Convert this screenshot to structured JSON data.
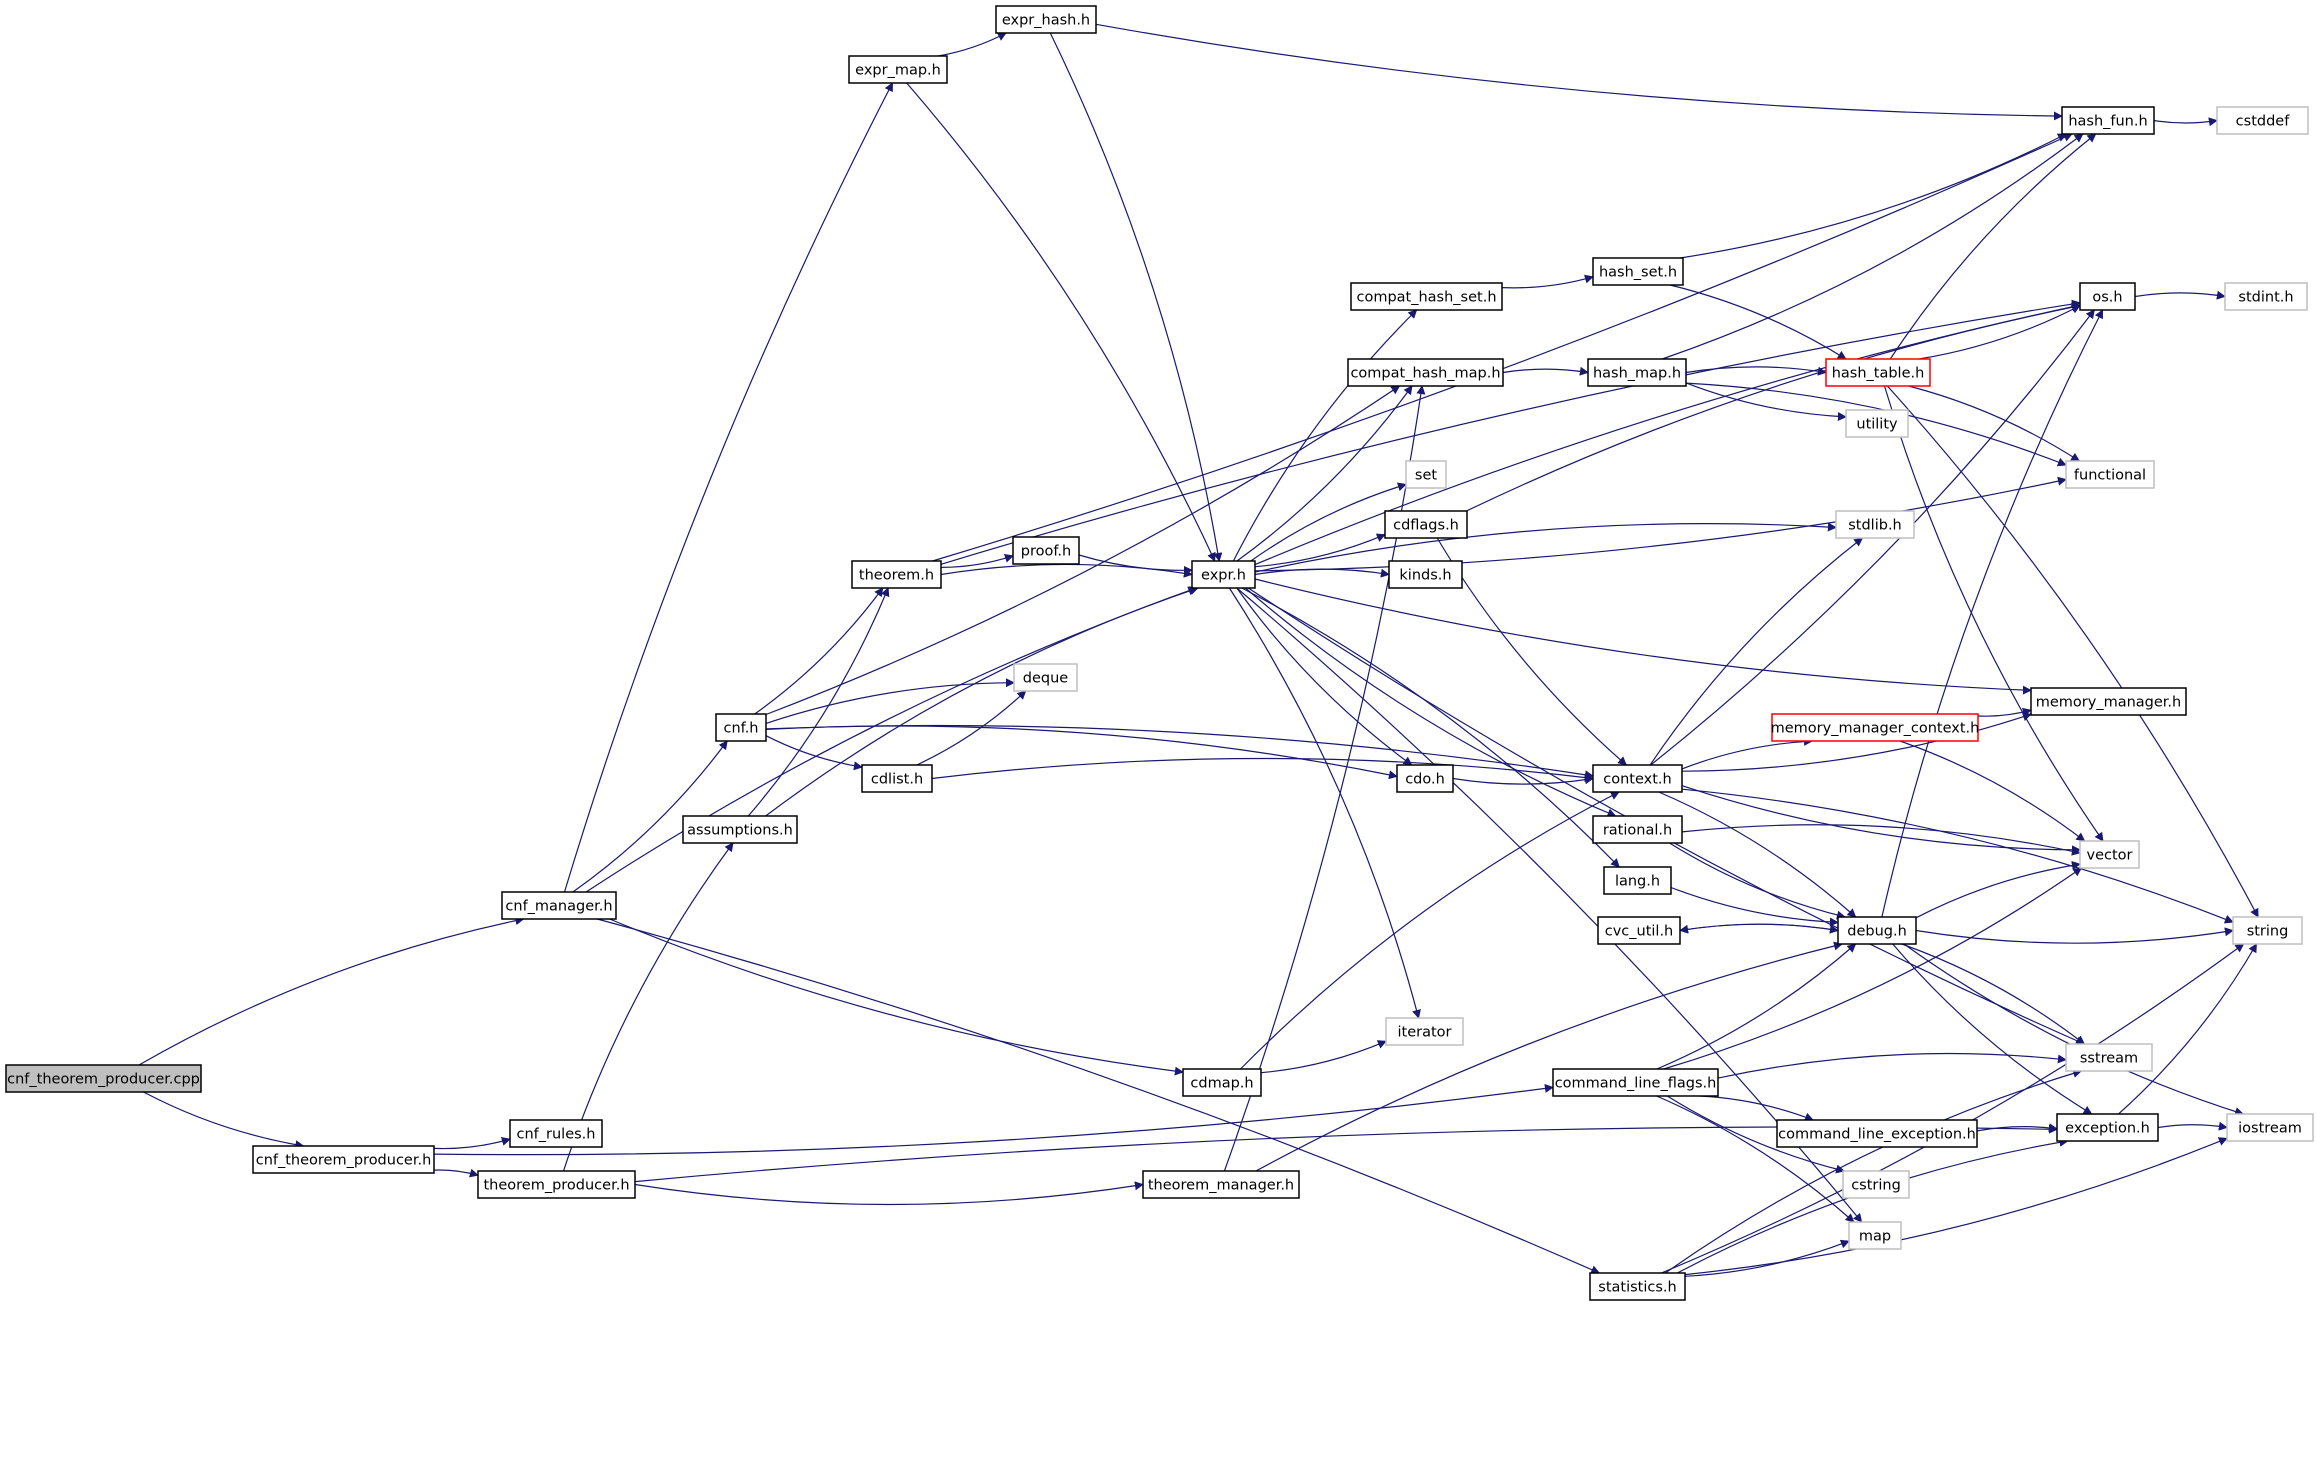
{
  "graph": {
    "title": "cnf_theorem_producer.cpp include dependency graph",
    "colors": {
      "edge": "#191970",
      "root_fill": "#bfbfbf",
      "missing_border": "#ff0000",
      "system_border": "#bfbfbf"
    },
    "nodes": [
      {
        "id": "cnf_theorem_producer_cpp",
        "label": "cnf_theorem_producer.cpp",
        "kind": "root"
      },
      {
        "id": "cnf_manager_h",
        "label": "cnf_manager.h",
        "kind": "solid"
      },
      {
        "id": "cnf_theorem_producer_h",
        "label": "cnf_theorem_producer.h",
        "kind": "solid"
      },
      {
        "id": "cnf_rules_h",
        "label": "cnf_rules.h",
        "kind": "solid"
      },
      {
        "id": "theorem_producer_h",
        "label": "theorem_producer.h",
        "kind": "solid"
      },
      {
        "id": "expr_map_h",
        "label": "expr_map.h",
        "kind": "solid"
      },
      {
        "id": "expr_hash_h",
        "label": "expr_hash.h",
        "kind": "solid"
      },
      {
        "id": "cnf_h",
        "label": "cnf.h",
        "kind": "solid"
      },
      {
        "id": "assumptions_h",
        "label": "assumptions.h",
        "kind": "solid"
      },
      {
        "id": "theorem_h",
        "label": "theorem.h",
        "kind": "solid"
      },
      {
        "id": "cdlist_h",
        "label": "cdlist.h",
        "kind": "solid"
      },
      {
        "id": "proof_h",
        "label": "proof.h",
        "kind": "solid"
      },
      {
        "id": "expr_h",
        "label": "expr.h",
        "kind": "solid"
      },
      {
        "id": "deque",
        "label": "deque",
        "kind": "system"
      },
      {
        "id": "cdmap_h",
        "label": "cdmap.h",
        "kind": "solid"
      },
      {
        "id": "theorem_manager_h",
        "label": "theorem_manager.h",
        "kind": "solid"
      },
      {
        "id": "compat_hash_set_h",
        "label": "compat_hash_set.h",
        "kind": "solid"
      },
      {
        "id": "compat_hash_map_h",
        "label": "compat_hash_map.h",
        "kind": "solid"
      },
      {
        "id": "set",
        "label": "set",
        "kind": "system"
      },
      {
        "id": "cdflags_h",
        "label": "cdflags.h",
        "kind": "solid"
      },
      {
        "id": "kinds_h",
        "label": "kinds.h",
        "kind": "solid"
      },
      {
        "id": "cdo_h",
        "label": "cdo.h",
        "kind": "solid"
      },
      {
        "id": "iterator",
        "label": "iterator",
        "kind": "system"
      },
      {
        "id": "hash_set_h",
        "label": "hash_set.h",
        "kind": "solid"
      },
      {
        "id": "hash_map_h",
        "label": "hash_map.h",
        "kind": "solid"
      },
      {
        "id": "context_h",
        "label": "context.h",
        "kind": "solid"
      },
      {
        "id": "rational_h",
        "label": "rational.h",
        "kind": "solid"
      },
      {
        "id": "lang_h",
        "label": "lang.h",
        "kind": "solid"
      },
      {
        "id": "cvc_util_h",
        "label": "cvc_util.h",
        "kind": "solid"
      },
      {
        "id": "command_line_flags_h",
        "label": "command_line_flags.h",
        "kind": "solid"
      },
      {
        "id": "statistics_h",
        "label": "statistics.h",
        "kind": "solid"
      },
      {
        "id": "hash_table_h",
        "label": "hash_table.h",
        "kind": "missing"
      },
      {
        "id": "utility",
        "label": "utility",
        "kind": "system"
      },
      {
        "id": "stdlib_h",
        "label": "stdlib.h",
        "kind": "system"
      },
      {
        "id": "memory_manager_context_h",
        "label": "memory_manager_context.h",
        "kind": "missing"
      },
      {
        "id": "debug_h",
        "label": "debug.h",
        "kind": "solid"
      },
      {
        "id": "command_line_exception_h",
        "label": "command_line_exception.h",
        "kind": "solid"
      },
      {
        "id": "cstring",
        "label": "cstring",
        "kind": "system"
      },
      {
        "id": "map",
        "label": "map",
        "kind": "system"
      },
      {
        "id": "hash_fun_h",
        "label": "hash_fun.h",
        "kind": "solid"
      },
      {
        "id": "os_h",
        "label": "os.h",
        "kind": "solid"
      },
      {
        "id": "functional",
        "label": "functional",
        "kind": "system"
      },
      {
        "id": "memory_manager_h",
        "label": "memory_manager.h",
        "kind": "solid"
      },
      {
        "id": "vector",
        "label": "vector",
        "kind": "system"
      },
      {
        "id": "sstream",
        "label": "sstream",
        "kind": "system"
      },
      {
        "id": "exception_h",
        "label": "exception.h",
        "kind": "solid"
      },
      {
        "id": "cstddef",
        "label": "cstddef",
        "kind": "system"
      },
      {
        "id": "stdint_h",
        "label": "stdint.h",
        "kind": "system"
      },
      {
        "id": "string",
        "label": "string",
        "kind": "system"
      },
      {
        "id": "iostream",
        "label": "iostream",
        "kind": "system"
      }
    ],
    "edges": [
      [
        "cnf_theorem_producer_cpp",
        "cnf_manager_h"
      ],
      [
        "cnf_theorem_producer_cpp",
        "cnf_theorem_producer_h"
      ],
      [
        "cnf_manager_h",
        "expr_map_h"
      ],
      [
        "cnf_manager_h",
        "cnf_h"
      ],
      [
        "cnf_manager_h",
        "expr_h"
      ],
      [
        "cnf_manager_h",
        "cdmap_h"
      ],
      [
        "cnf_manager_h",
        "statistics_h"
      ],
      [
        "cnf_theorem_producer_h",
        "cnf_rules_h"
      ],
      [
        "cnf_theorem_producer_h",
        "theorem_producer_h"
      ],
      [
        "cnf_theorem_producer_h",
        "command_line_flags_h"
      ],
      [
        "theorem_producer_h",
        "assumptions_h"
      ],
      [
        "theorem_producer_h",
        "theorem_manager_h"
      ],
      [
        "theorem_producer_h",
        "exception_h"
      ],
      [
        "expr_map_h",
        "expr_hash_h"
      ],
      [
        "expr_map_h",
        "expr_h"
      ],
      [
        "expr_hash_h",
        "hash_fun_h"
      ],
      [
        "expr_hash_h",
        "expr_h"
      ],
      [
        "cnf_h",
        "theorem_h"
      ],
      [
        "cnf_h",
        "deque"
      ],
      [
        "cnf_h",
        "cdlist_h"
      ],
      [
        "cnf_h",
        "cdo_h"
      ],
      [
        "cnf_h",
        "compat_hash_map_h"
      ],
      [
        "cnf_h",
        "context_h"
      ],
      [
        "assumptions_h",
        "theorem_h"
      ],
      [
        "assumptions_h",
        "expr_h"
      ],
      [
        "theorem_h",
        "proof_h"
      ],
      [
        "theorem_h",
        "expr_h"
      ],
      [
        "theorem_h",
        "hash_fun_h"
      ],
      [
        "theorem_h",
        "os_h"
      ],
      [
        "cdlist_h",
        "deque"
      ],
      [
        "cdlist_h",
        "context_h"
      ],
      [
        "proof_h",
        "expr_h"
      ],
      [
        "expr_h",
        "compat_hash_set_h"
      ],
      [
        "expr_h",
        "compat_hash_map_h"
      ],
      [
        "expr_h",
        "set"
      ],
      [
        "expr_h",
        "cdflags_h"
      ],
      [
        "expr_h",
        "kinds_h"
      ],
      [
        "expr_h",
        "cdo_h"
      ],
      [
        "expr_h",
        "iterator"
      ],
      [
        "expr_h",
        "rational_h"
      ],
      [
        "expr_h",
        "lang_h"
      ],
      [
        "expr_h",
        "memory_manager_h"
      ],
      [
        "expr_h",
        "stdlib_h"
      ],
      [
        "expr_h",
        "functional"
      ],
      [
        "expr_h",
        "os_h"
      ],
      [
        "expr_h",
        "sstream"
      ],
      [
        "expr_h",
        "map"
      ],
      [
        "cdmap_h",
        "iterator"
      ],
      [
        "cdmap_h",
        "context_h"
      ],
      [
        "theorem_manager_h",
        "compat_hash_map_h"
      ],
      [
        "theorem_manager_h",
        "debug_h"
      ],
      [
        "compat_hash_set_h",
        "hash_set_h"
      ],
      [
        "compat_hash_map_h",
        "hash_map_h"
      ],
      [
        "cdflags_h",
        "context_h"
      ],
      [
        "cdflags_h",
        "os_h"
      ],
      [
        "cdo_h",
        "context_h"
      ],
      [
        "hash_set_h",
        "hash_table_h"
      ],
      [
        "hash_set_h",
        "hash_fun_h"
      ],
      [
        "hash_map_h",
        "hash_table_h"
      ],
      [
        "hash_map_h",
        "utility"
      ],
      [
        "hash_map_h",
        "functional"
      ],
      [
        "hash_map_h",
        "hash_fun_h"
      ],
      [
        "context_h",
        "memory_manager_context_h"
      ],
      [
        "context_h",
        "memory_manager_h"
      ],
      [
        "context_h",
        "stdlib_h"
      ],
      [
        "context_h",
        "os_h"
      ],
      [
        "context_h",
        "debug_h"
      ],
      [
        "context_h",
        "vector"
      ],
      [
        "context_h",
        "string"
      ],
      [
        "rational_h",
        "debug_h"
      ],
      [
        "rational_h",
        "vector"
      ],
      [
        "lang_h",
        "debug_h"
      ],
      [
        "cvc_util_h",
        "debug_h"
      ],
      [
        "command_line_flags_h",
        "debug_h"
      ],
      [
        "command_line_flags_h",
        "command_line_exception_h"
      ],
      [
        "command_line_flags_h",
        "cstring"
      ],
      [
        "command_line_flags_h",
        "map"
      ],
      [
        "command_line_flags_h",
        "vector"
      ],
      [
        "command_line_flags_h",
        "sstream"
      ],
      [
        "statistics_h",
        "map"
      ],
      [
        "statistics_h",
        "sstream"
      ],
      [
        "statistics_h",
        "string"
      ],
      [
        "statistics_h",
        "exception_h"
      ],
      [
        "statistics_h",
        "iostream"
      ],
      [
        "hash_table_h",
        "hash_fun_h"
      ],
      [
        "hash_table_h",
        "os_h"
      ],
      [
        "hash_table_h",
        "functional"
      ],
      [
        "hash_table_h",
        "vector"
      ],
      [
        "hash_table_h",
        "string"
      ],
      [
        "memory_manager_context_h",
        "memory_manager_h"
      ],
      [
        "memory_manager_context_h",
        "vector"
      ],
      [
        "debug_h",
        "cvc_util_h"
      ],
      [
        "debug_h",
        "vector"
      ],
      [
        "debug_h",
        "string"
      ],
      [
        "debug_h",
        "sstream"
      ],
      [
        "debug_h",
        "exception_h"
      ],
      [
        "debug_h",
        "os_h"
      ],
      [
        "debug_h",
        "iostream"
      ],
      [
        "command_line_exception_h",
        "exception_h"
      ],
      [
        "hash_fun_h",
        "cstddef"
      ],
      [
        "os_h",
        "stdint_h"
      ],
      [
        "exception_h",
        "string"
      ],
      [
        "exception_h",
        "iostream"
      ]
    ]
  }
}
